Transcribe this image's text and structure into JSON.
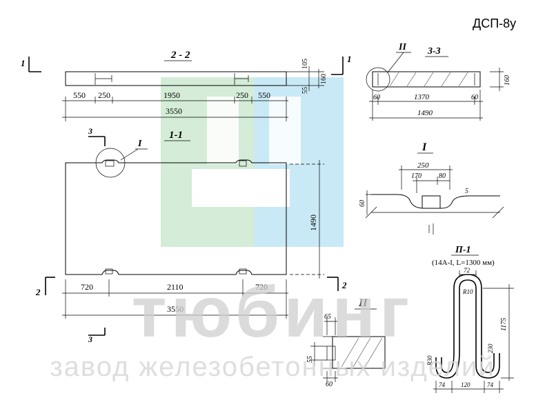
{
  "title": "ДСП-8у",
  "section_marks": {
    "one": "1",
    "two": "2",
    "three": "3"
  },
  "views": {
    "section_2_2": {
      "label": "2 - 2",
      "segments": [
        "550",
        "250",
        "1950",
        "250",
        "550"
      ],
      "total": "3550",
      "height_dims": [
        "105",
        "55",
        "160"
      ]
    },
    "section_3_3": {
      "label": "3-3",
      "node_label": "II",
      "dims": [
        "60",
        "1370",
        "60"
      ],
      "total": "1490",
      "height": "160"
    },
    "section_1_1": {
      "label": "1-1",
      "node_label": "I",
      "segments": [
        "720",
        "2110",
        "720"
      ],
      "total": "3550",
      "height": "1490"
    },
    "node_I": {
      "label": "I",
      "dims": [
        "250",
        "170",
        "80",
        "60",
        "5"
      ]
    },
    "node_II": {
      "label": "II",
      "dims": [
        "65",
        "55",
        "60"
      ]
    },
    "loop_P1": {
      "label": "П-1",
      "spec": "(14А-I, L=1300 мм)",
      "dims": [
        "72",
        "R10",
        "1175",
        "230",
        "R30",
        "74",
        "120",
        "74"
      ]
    }
  },
  "watermark": {
    "brand": "тюбинг",
    "subtitle": "завод железобетонных изделий",
    "colors": {
      "green": "#d4ecd8",
      "blue": "#c9e9f6",
      "gray": "#cfcfcf"
    }
  }
}
